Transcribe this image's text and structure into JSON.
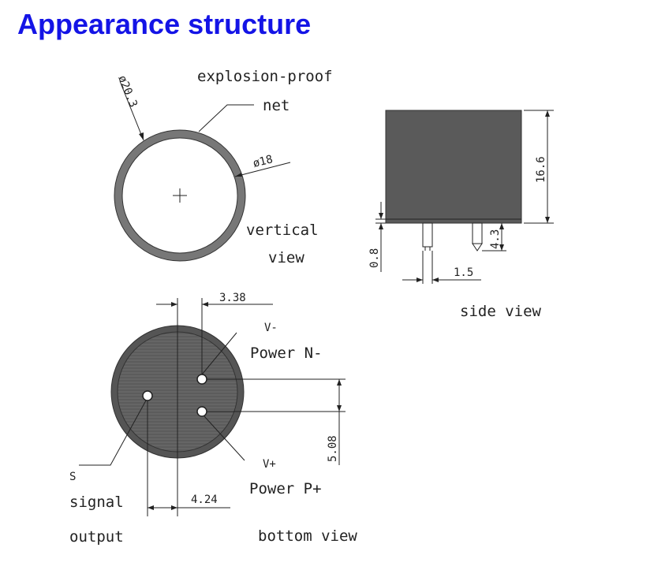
{
  "header": {
    "title": "Appearance structure"
  },
  "vertical_view": {
    "label_line1": "vertical",
    "label_line2": "view",
    "outer_dia": "ø20.3",
    "inner_dia": "ø18",
    "net_line1": "explosion-proof",
    "net_line2": "net"
  },
  "side_view": {
    "label": "side view",
    "height": "16.6",
    "pin_length": "4.3",
    "gap": "0.8",
    "pin_width": "1.5"
  },
  "bottom_view": {
    "label": "bottom view",
    "dim_top": "3.38",
    "dim_bottom": "4.24",
    "dim_right": "5.08",
    "v_minus": "V-",
    "power_n": "Power N-",
    "v_plus": "V+",
    "power_p": "Power P+",
    "s_label": "S",
    "signal_line1": "signal",
    "signal_line2": "output"
  },
  "colors": {
    "title": "#1414e6",
    "ring": "#777777",
    "body": "#5a5a5a"
  }
}
